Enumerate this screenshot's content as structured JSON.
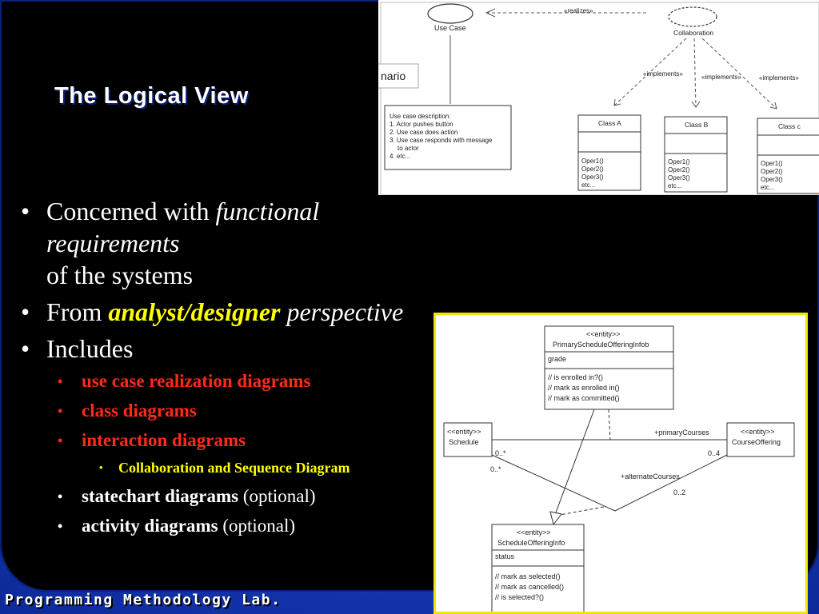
{
  "slide": {
    "title": "The Logical View",
    "bullets": {
      "b1_text": "Concerned with ",
      "b1_em": "functional requirements",
      "b1_cont": "of the systems",
      "b2_text": "From ",
      "b2_em": "analyst/designer",
      "b2_em2": " perspective",
      "b3_text": "Includes",
      "sub": [
        "use case realization diagrams",
        "class diagrams",
        "interaction diagrams"
      ],
      "subsub": "Collaboration and Sequence Diagram",
      "statechart_bold": "statechart diagrams",
      "statechart_rest": " (optional)",
      "activity_bold": "activity diagrams",
      "activity_rest": " (optional)"
    },
    "footer": "Programming Methodology Lab."
  },
  "top_diagram": {
    "realizes": "«realizes»",
    "use_case": "Use Case",
    "collaboration": "Collaboration",
    "scenario": "nario",
    "implements": "«implements»",
    "desc": [
      "Use case description:",
      "1. Actor pushes button",
      "2. Use case does action",
      "3. Use case responds with message",
      "to actor",
      "4. etc..."
    ],
    "class_a": "Class A",
    "class_b": "Class B",
    "class_c": "Class c",
    "ops": [
      "Oper1()",
      "Oper2()",
      "Oper3()",
      "etc..."
    ]
  },
  "bottom_diagram": {
    "entity": "<<entity>>",
    "primary_name": "PrimaryScheduleOfferingInfob",
    "primary_attr": "grade",
    "primary_ops": [
      "// is enrolled in?()",
      "// mark as enrolled in()",
      "// mark as committed()"
    ],
    "schedule": "Schedule",
    "course": "CourseOffering",
    "primary_courses": "+primaryCourses",
    "alternate_courses": "+alternateCourses",
    "m_0_star": "0..*",
    "m_0_4": "0..4",
    "m_0_2": "0..2",
    "info_name": "ScheduleOfferingInfo",
    "info_attr": "status",
    "info_ops": [
      "// mark as selected()",
      "// mark as cancelled()",
      "// is selected?()"
    ]
  },
  "colors": {
    "sub_bullet": "#ff2a1a",
    "subsub_bullet": "#ffff00",
    "title": "#ffffff",
    "frame": "#1a3fbe"
  }
}
